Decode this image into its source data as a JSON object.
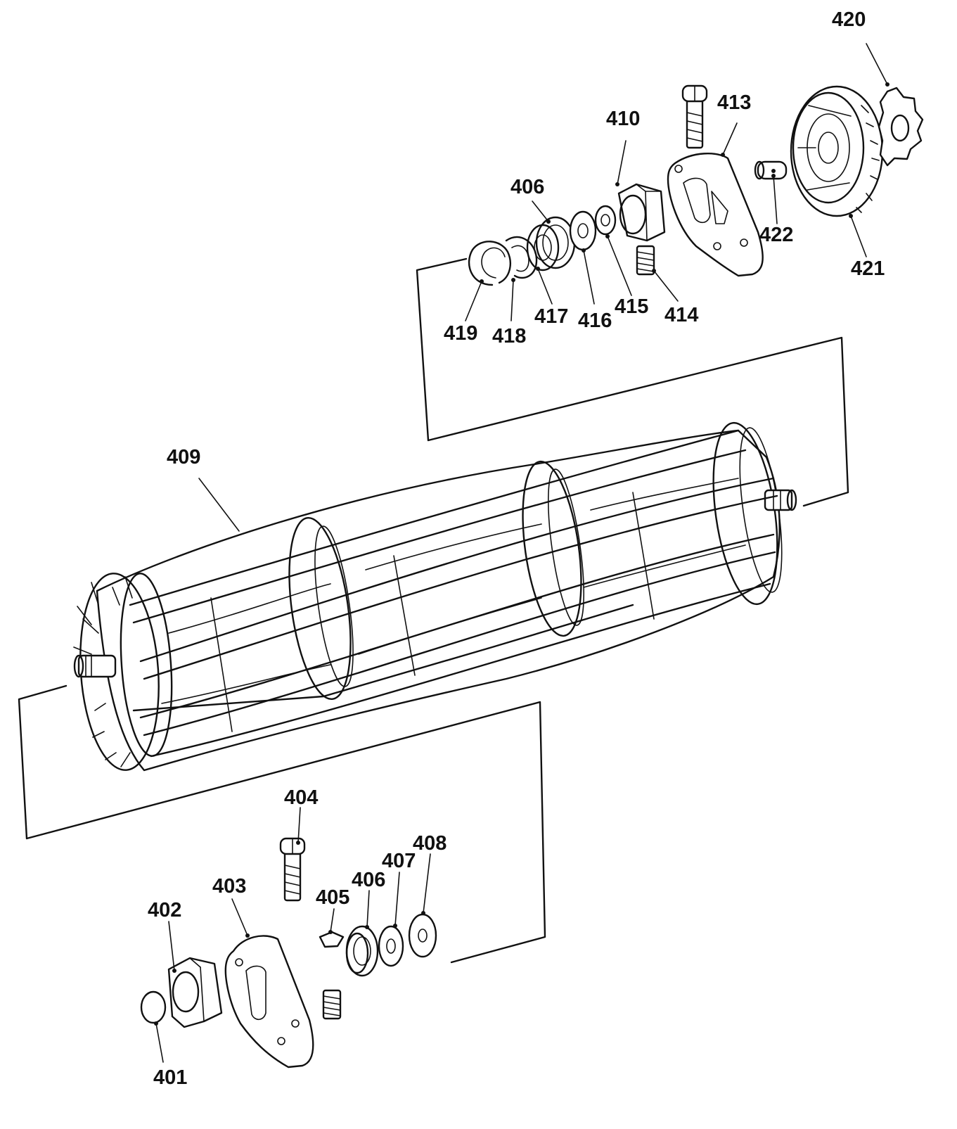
{
  "diagram": {
    "parts": [
      {
        "key": "p401",
        "number": "401"
      },
      {
        "key": "p402",
        "number": "402"
      },
      {
        "key": "p403",
        "number": "403"
      },
      {
        "key": "p404",
        "number": "404"
      },
      {
        "key": "p405",
        "number": "405"
      },
      {
        "key": "p406a",
        "number": "406"
      },
      {
        "key": "p407",
        "number": "407"
      },
      {
        "key": "p408",
        "number": "408"
      },
      {
        "key": "p409",
        "number": "409"
      },
      {
        "key": "p410",
        "number": "410"
      },
      {
        "key": "p406b",
        "number": "406"
      },
      {
        "key": "p413",
        "number": "413"
      },
      {
        "key": "p414",
        "number": "414"
      },
      {
        "key": "p415",
        "number": "415"
      },
      {
        "key": "p416",
        "number": "416"
      },
      {
        "key": "p417",
        "number": "417"
      },
      {
        "key": "p418",
        "number": "418"
      },
      {
        "key": "p419",
        "number": "419"
      },
      {
        "key": "p420",
        "number": "420"
      },
      {
        "key": "p421",
        "number": "421"
      },
      {
        "key": "p422",
        "number": "422"
      }
    ],
    "ink_color": "#111111",
    "background_color": "#ffffff"
  }
}
